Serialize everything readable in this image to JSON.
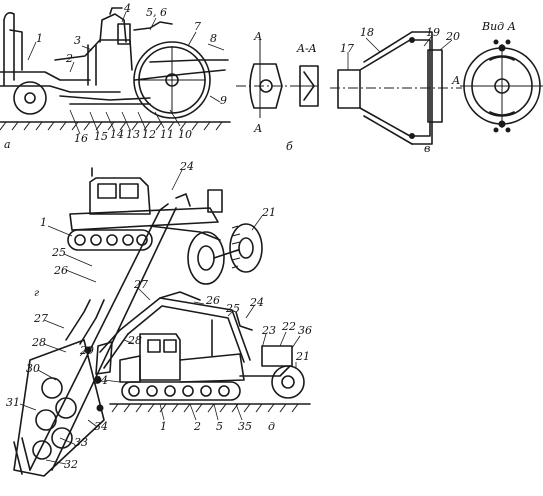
{
  "figure": {
    "panels": {
      "a": "a",
      "b": "б",
      "v": "в",
      "g": "г",
      "d": "д"
    },
    "section_title": "A-A",
    "view_title": "Вид А",
    "section_marks": {
      "top": "А",
      "bottom": "А",
      "axis": "А"
    },
    "labels_a": [
      "1",
      "2",
      "3",
      "4",
      "5, 6",
      "7",
      "8",
      "9",
      "10",
      "11",
      "12",
      "13",
      "14",
      "15",
      "16"
    ],
    "labels_v": [
      "17",
      "18",
      "19",
      "20"
    ],
    "labels_g": [
      "24",
      "21",
      "1",
      "25",
      "26",
      "27",
      "28",
      "30",
      "31",
      "33",
      "32",
      "29",
      "34"
    ],
    "labels_d": [
      "27",
      "26",
      "25",
      "24",
      "22",
      "36",
      "23",
      "21",
      "28",
      "34",
      "1",
      "2",
      "5",
      "35"
    ]
  }
}
